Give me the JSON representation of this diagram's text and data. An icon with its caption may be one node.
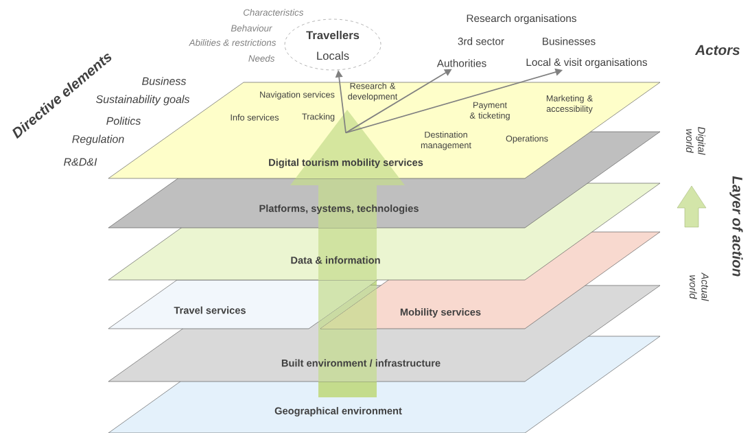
{
  "diagram": {
    "nodes": [
      {
        "text": [
          "Travellers",
          "Locals"
        ]
      },
      {
        "text": [
          "Authorities"
        ]
      },
      {
        "text": [
          "Local & visit organisations"
        ]
      },
      {
        "text": [
          "Navigation services",
          "Info services",
          "Tracking",
          "Research & development",
          "Payment & ticketing",
          "Marketing & accessibility",
          "Destination management",
          "Operations",
          "Digital tourism mobility services"
        ]
      },
      {
        "text": [
          "Platforms, systems, technologies"
        ]
      },
      {
        "text": [
          "Data & information"
        ]
      },
      {
        "text": [
          "Travel services"
        ]
      },
      {
        "text": [
          "Mobility services"
        ]
      },
      {
        "text": [
          "Built environment / infrastructure"
        ]
      },
      {
        "text": [
          "Geographical environment"
        ]
      }
    ],
    "edges": [
      {
        "from": 3,
        "to": 0,
        "arrow": "to"
      },
      {
        "from": 3,
        "to": 1,
        "arrow": "to"
      },
      {
        "from": 3,
        "to": 2,
        "arrow": "to"
      },
      {
        "from": 9,
        "to": 3,
        "arrow": "to",
        "style": "thick",
        "color": "#c4dc8c"
      }
    ],
    "labels": [
      "Characteristics",
      "Behaviour",
      "Abilities & restrictions",
      "Needs",
      "Directive elements",
      "Business",
      "Sustainability goals",
      "Politics",
      "Regulation",
      "R&D&I",
      "Research organisations",
      "3rd sector",
      "Businesses",
      "Actors",
      "Digital world",
      "Layer of action",
      "Actual world"
    ]
  }
}
